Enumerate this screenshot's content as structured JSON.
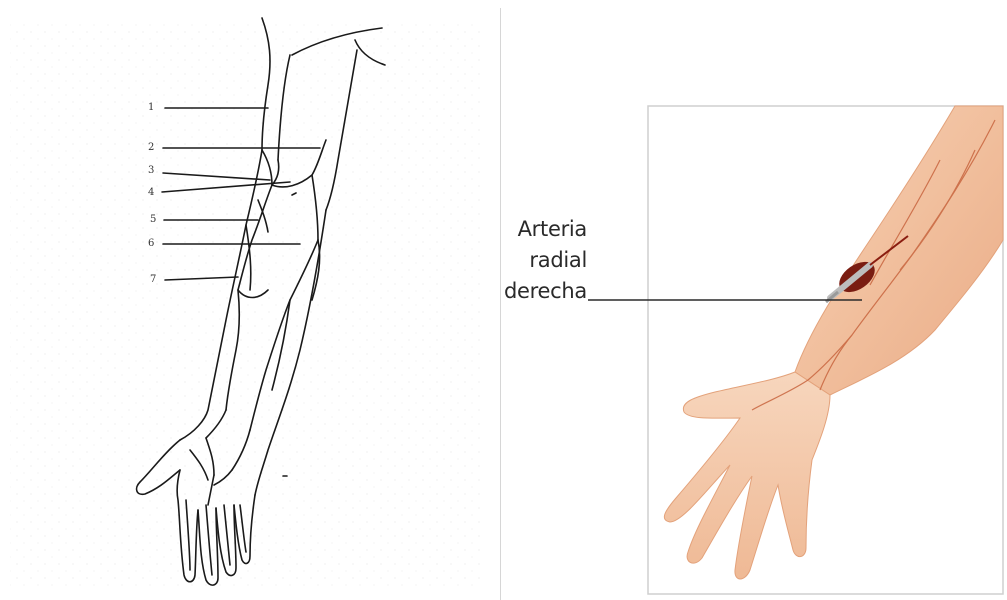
{
  "left_diagram": {
    "numbers": [
      "1",
      "2",
      "3",
      "4",
      "5",
      "6",
      "7"
    ]
  },
  "right_illustration": {
    "label": {
      "line1": "Arteria",
      "line2": "radial",
      "line3": "derecha"
    }
  }
}
